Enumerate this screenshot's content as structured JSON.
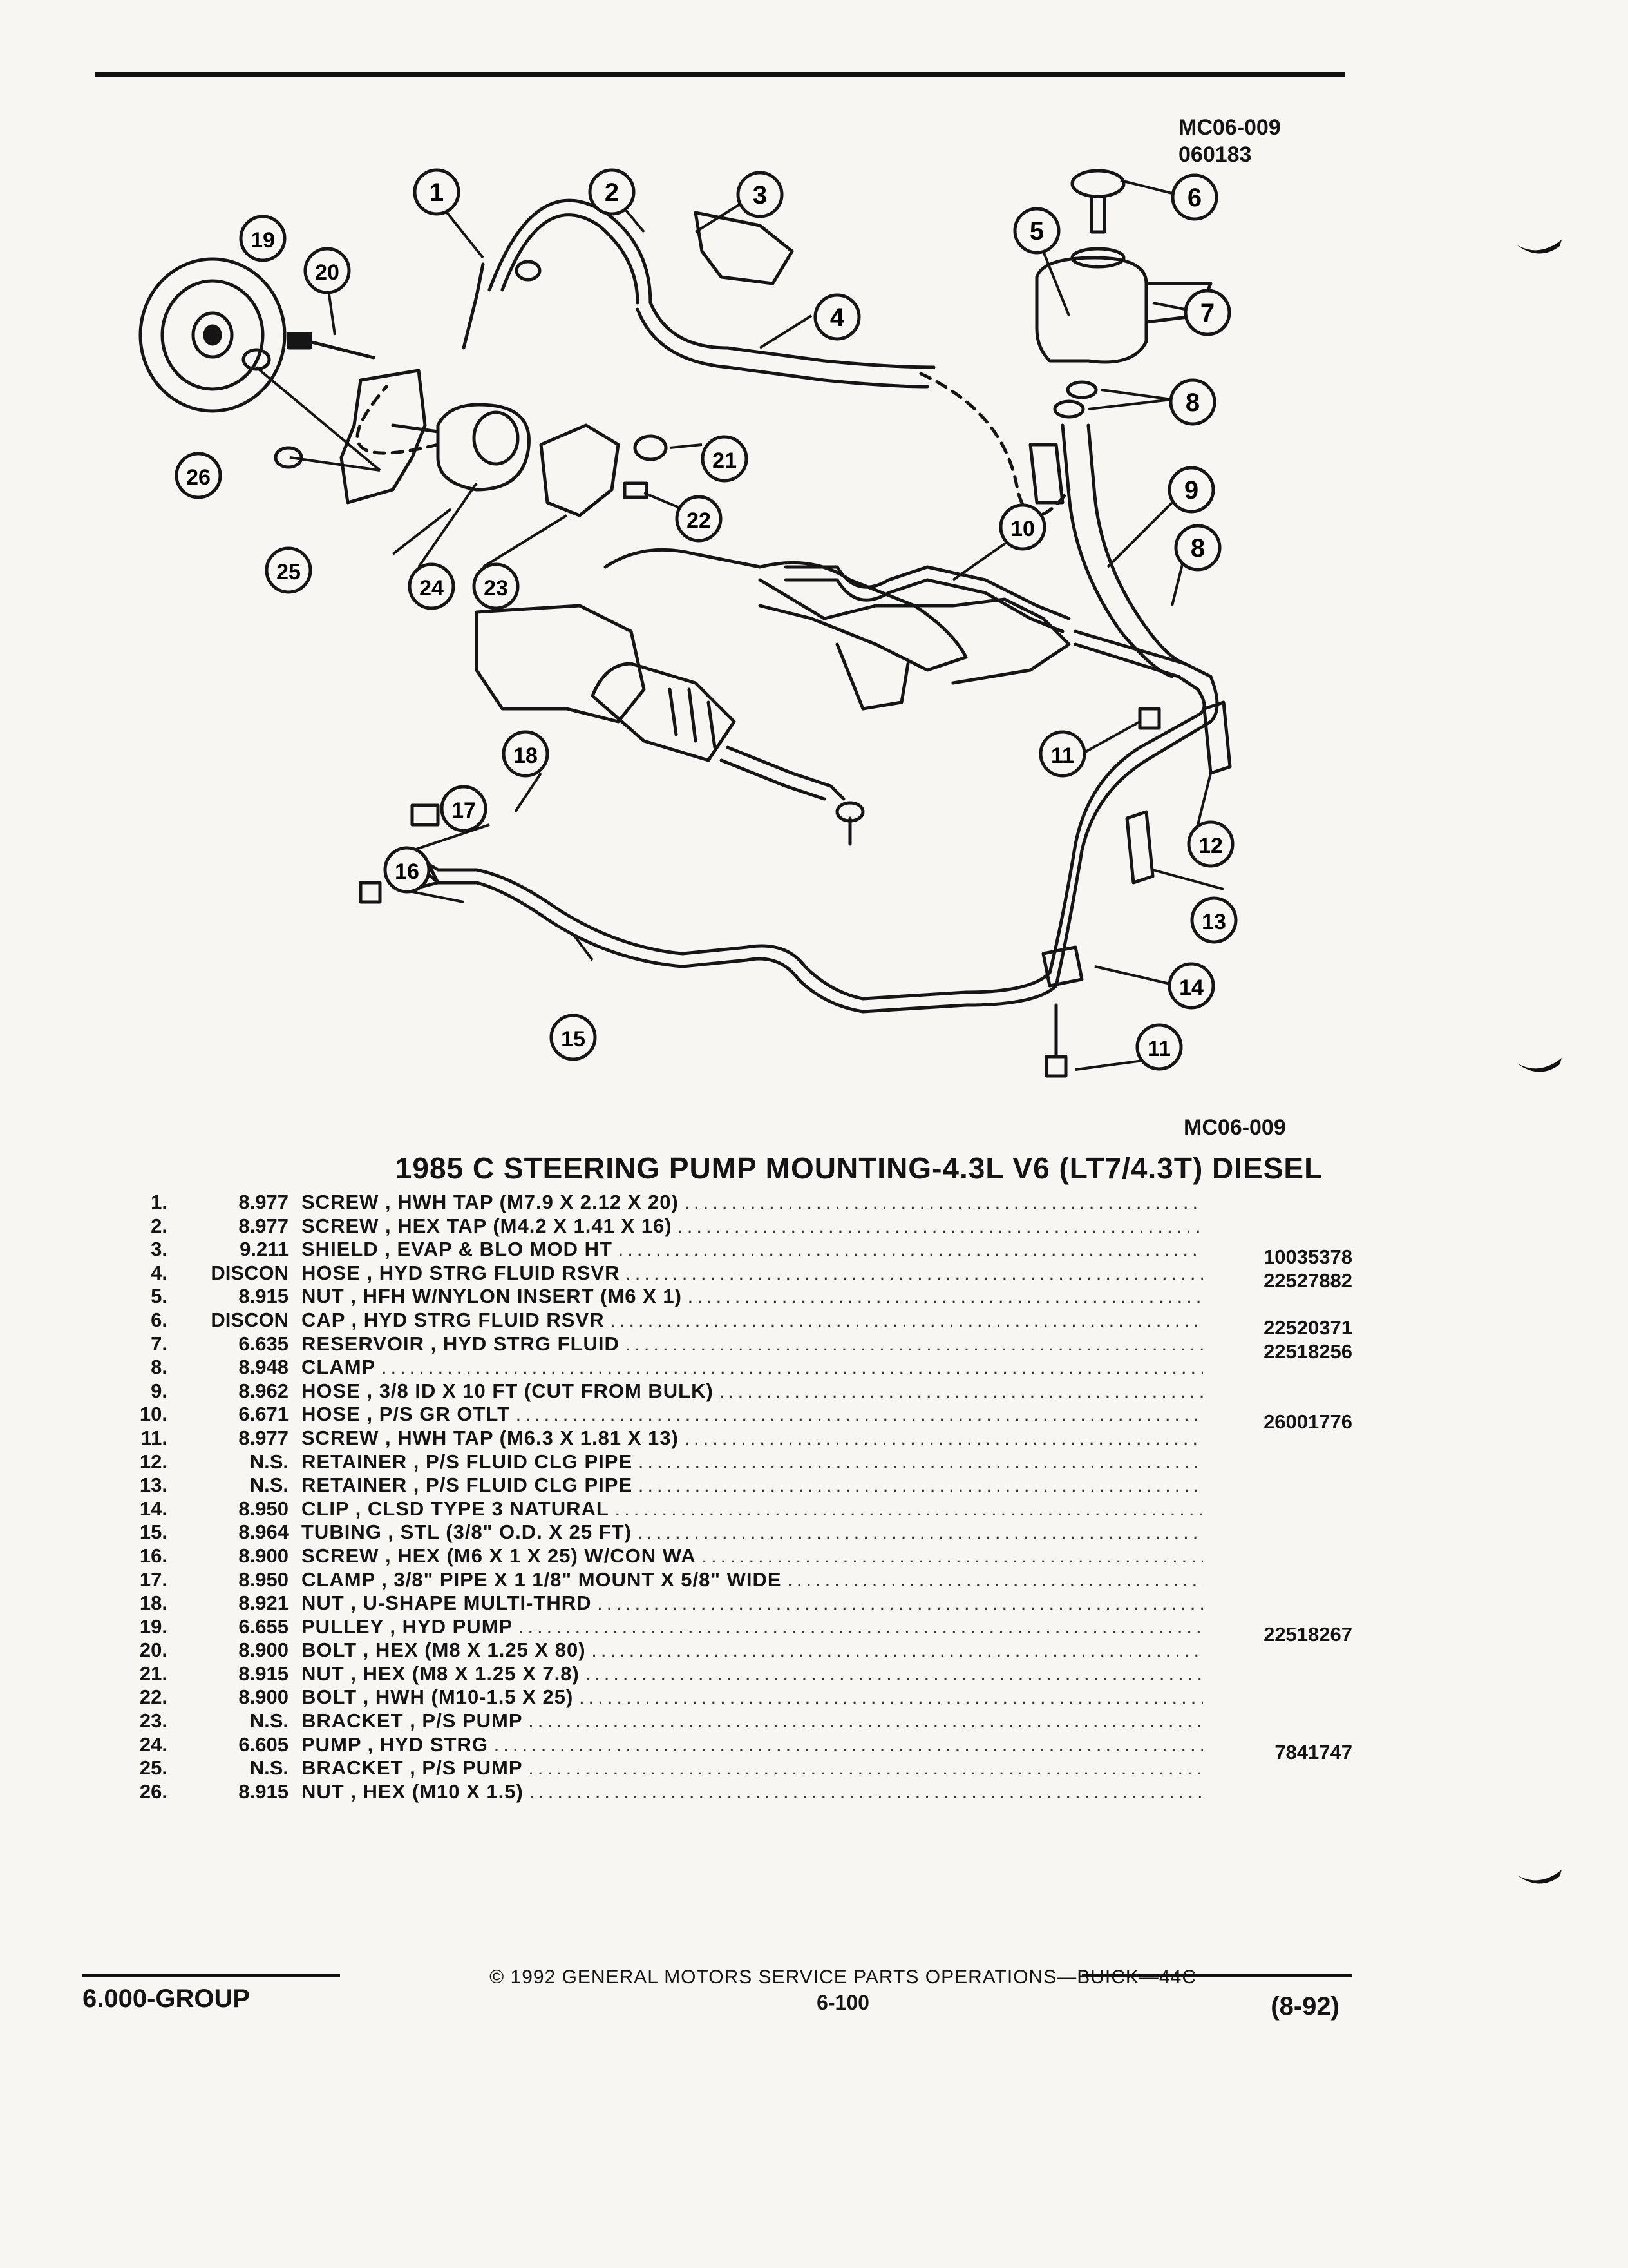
{
  "header": {
    "fig_code": "MC06-009",
    "fig_number": "060183",
    "fig_code_bottom": "MC06-009"
  },
  "callouts": [
    "1",
    "2",
    "3",
    "4",
    "5",
    "6",
    "7",
    "8",
    "9",
    "10",
    "11",
    "12",
    "13",
    "14",
    "15",
    "16",
    "17",
    "18",
    "19",
    "20",
    "21",
    "22",
    "23",
    "24",
    "25",
    "26"
  ],
  "title": "1985 C STEERING PUMP MOUNTING-4.3L V6 (LT7/4.3T) DIESEL",
  "parts": [
    {
      "num": "1.",
      "ver": "8.977",
      "desc": "SCREW , HWH TAP (M7.9 X 2.12 X 20)",
      "pn": ""
    },
    {
      "num": "2.",
      "ver": "8.977",
      "desc": "SCREW , HEX TAP (M4.2 X 1.41 X 16)",
      "pn": ""
    },
    {
      "num": "3.",
      "ver": "9.211",
      "desc": "SHIELD , EVAP & BLO MOD HT",
      "pn": "10035378"
    },
    {
      "num": "4.",
      "ver": "DISCON",
      "desc": "HOSE , HYD STRG FLUID RSVR",
      "pn": "22527882"
    },
    {
      "num": "5.",
      "ver": "8.915",
      "desc": "NUT , HFH W/NYLON INSERT (M6 X 1)",
      "pn": ""
    },
    {
      "num": "6.",
      "ver": "DISCON",
      "desc": "CAP , HYD STRG FLUID RSVR",
      "pn": "22520371"
    },
    {
      "num": "7.",
      "ver": "6.635",
      "desc": "RESERVOIR , HYD STRG FLUID",
      "pn": "22518256"
    },
    {
      "num": "8.",
      "ver": "8.948",
      "desc": "CLAMP",
      "pn": ""
    },
    {
      "num": "9.",
      "ver": "8.962",
      "desc": "HOSE , 3/8 ID X 10 FT (CUT FROM BULK)",
      "pn": ""
    },
    {
      "num": "10.",
      "ver": "6.671",
      "desc": "HOSE , P/S GR OTLT",
      "pn": "26001776"
    },
    {
      "num": "11.",
      "ver": "8.977",
      "desc": "SCREW , HWH TAP (M6.3 X 1.81 X 13)",
      "pn": ""
    },
    {
      "num": "12.",
      "ver": "N.S.",
      "desc": "RETAINER , P/S FLUID CLG PIPE",
      "pn": ""
    },
    {
      "num": "13.",
      "ver": "N.S.",
      "desc": "RETAINER , P/S FLUID CLG PIPE",
      "pn": ""
    },
    {
      "num": "14.",
      "ver": "8.950",
      "desc": "CLIP , CLSD TYPE 3 NATURAL",
      "pn": ""
    },
    {
      "num": "15.",
      "ver": "8.964",
      "desc": "TUBING , STL (3/8\" O.D. X 25 FT)",
      "pn": ""
    },
    {
      "num": "16.",
      "ver": "8.900",
      "desc": "SCREW , HEX (M6 X 1 X 25) W/CON WA",
      "pn": ""
    },
    {
      "num": "17.",
      "ver": "8.950",
      "desc": "CLAMP , 3/8\" PIPE X 1 1/8\" MOUNT X 5/8\" WIDE",
      "pn": ""
    },
    {
      "num": "18.",
      "ver": "8.921",
      "desc": "NUT , U-SHAPE MULTI-THRD",
      "pn": ""
    },
    {
      "num": "19.",
      "ver": "6.655",
      "desc": "PULLEY , HYD PUMP",
      "pn": "22518267"
    },
    {
      "num": "20.",
      "ver": "8.900",
      "desc": "BOLT , HEX (M8 X 1.25 X 80)",
      "pn": ""
    },
    {
      "num": "21.",
      "ver": "8.915",
      "desc": "NUT , HEX (M8 X 1.25 X 7.8)",
      "pn": ""
    },
    {
      "num": "22.",
      "ver": "8.900",
      "desc": "BOLT , HWH (M10-1.5 X 25)",
      "pn": ""
    },
    {
      "num": "23.",
      "ver": "N.S.",
      "desc": "BRACKET , P/S PUMP",
      "pn": ""
    },
    {
      "num": "24.",
      "ver": "6.605",
      "desc": "PUMP , HYD STRG",
      "pn": "7841747"
    },
    {
      "num": "25.",
      "ver": "N.S.",
      "desc": "BRACKET , P/S PUMP",
      "pn": ""
    },
    {
      "num": "26.",
      "ver": "8.915",
      "desc": "NUT , HEX (M10 X 1.5)",
      "pn": ""
    }
  ],
  "footer": {
    "copyright": "© 1992 GENERAL MOTORS SERVICE PARTS OPERATIONS—BUICK—44C",
    "group": "6.000-GROUP",
    "page": "6-100",
    "date": "(8-92)"
  }
}
